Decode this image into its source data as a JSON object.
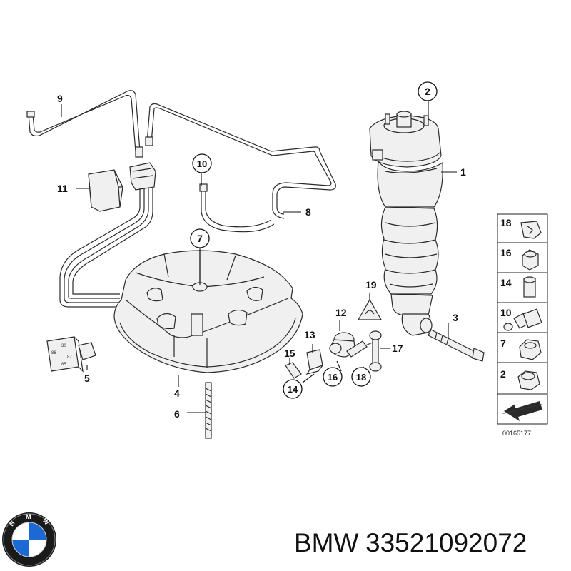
{
  "diagram": {
    "callouts": {
      "c1": "1",
      "c2": "2",
      "c3": "3",
      "c4": "4",
      "c5": "5",
      "c6": "6",
      "c7": "7",
      "c8": "8",
      "c9": "9",
      "c10": "10",
      "c11": "11",
      "c12": "12",
      "c13": "13",
      "c14": "14",
      "c15": "15",
      "c16": "16",
      "c17": "17",
      "c18": "18",
      "c19": "19"
    },
    "relay_pins": {
      "p30": "30",
      "p86": "86",
      "p87": "87",
      "p85": "85"
    },
    "legend": [
      {
        "number": "18"
      },
      {
        "number": "16"
      },
      {
        "number": "14"
      },
      {
        "number": "10"
      },
      {
        "number": "7"
      },
      {
        "number": "2"
      }
    ],
    "figure_id": "00165177"
  },
  "footer": {
    "brand": "BMW",
    "part_number": "33521092072",
    "logo_letters": {
      "b": "B",
      "m": "M",
      "w": "W"
    },
    "colors": {
      "logo_blue": "#1c69d4",
      "logo_ring": "#1a1a1a"
    }
  }
}
